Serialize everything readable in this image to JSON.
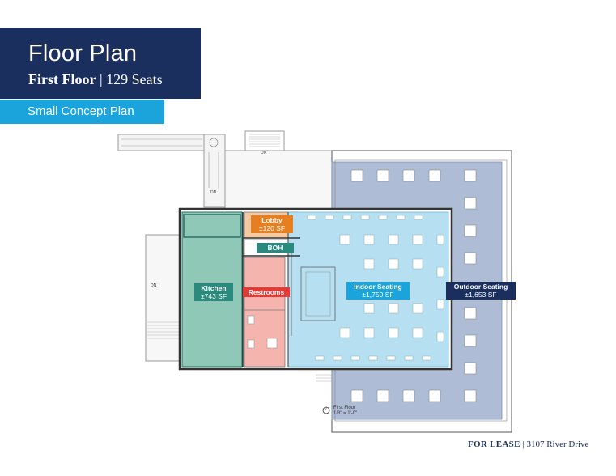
{
  "header": {
    "title": "Floor Plan",
    "floor": "First Floor",
    "separator": "|",
    "seats": "129 Seats",
    "concept": "Small Concept Plan"
  },
  "rooms": {
    "lobby": {
      "name": "Lobby",
      "area": "±120 SF",
      "color": "#e67e22"
    },
    "boh": {
      "name": "BOH",
      "color": "#2a8a7e"
    },
    "kitchen": {
      "name": "Kitchen",
      "area": "±743 SF",
      "color": "#2a8a7e"
    },
    "restrooms": {
      "name": "Restrooms",
      "color": "#e53935"
    },
    "indoor": {
      "name": "Indoor Seating",
      "area": "±1,750 SF",
      "color": "#1ba3dc"
    },
    "outdoor": {
      "name": "Outdoor Seating",
      "area": "±1,653 SF",
      "color": "#1b2f5e"
    }
  },
  "plan_notes": {
    "dn": "DN",
    "section_number": "2",
    "caption_title": "First Floor",
    "caption_scale": "1/8\" = 1'-0\""
  },
  "footer": {
    "for_lease": "FOR LEASE",
    "separator": "|",
    "address": "3107 River Drive"
  },
  "colors": {
    "navy": "#1b2f5e",
    "sky": "#1ba3dc",
    "outdoor_fill": "#aebcd6",
    "indoor_fill": "#b6e0f1",
    "kitchen_fill": "#8fc8b7",
    "restroom_fill": "#f5b5ae"
  }
}
